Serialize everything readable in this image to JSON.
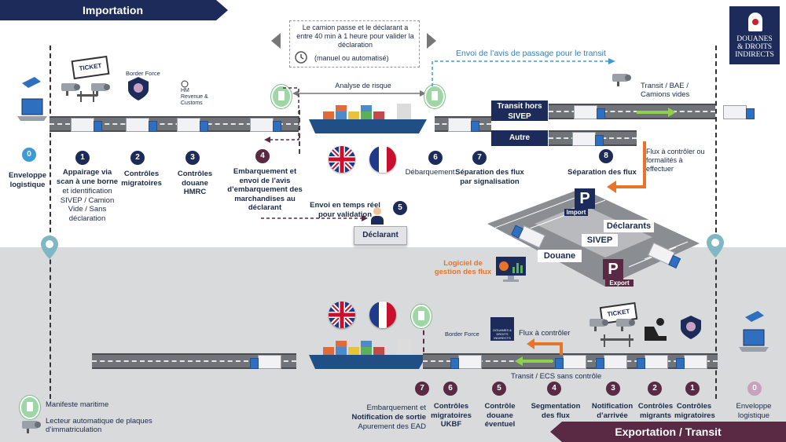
{
  "banners": {
    "import": "Importation",
    "export": "Exportation / Transit"
  },
  "logo": {
    "line1": "DOUANES",
    "line2": "& DROITS",
    "line3": "INDIRECTS"
  },
  "note_box": {
    "text": "Le camion passe et le déclarant a entre 40 min à 1 heure pour valider la déclaration",
    "sub": "(manuel ou automatisé)"
  },
  "analyse": "Analyse de risque",
  "avis_passage": "Envoi de l’avis de passage pour le transit",
  "transit_bae": "Transit / BAE / Camions vides",
  "tags": {
    "transit_hors": "Transit hors SIVEP",
    "autre": "Autre"
  },
  "flux_controler_top": "Flux à contrôler ou formalités à effectuer",
  "import_steps": [
    {
      "num": "0",
      "label": "Enveloppe logistique",
      "sub": ""
    },
    {
      "num": "1",
      "label": "Appairage via scan à une borne",
      "sub": "et identification SIVEP / Camion Vide / Sans déclaration"
    },
    {
      "num": "2",
      "label": "Contrôles migratoires",
      "sub": ""
    },
    {
      "num": "3",
      "label": "Contrôles douane HMRC",
      "sub": ""
    },
    {
      "num": "4",
      "label": "Embarquement et envoi de l’avis d’embarquement des marchandises au déclarant",
      "sub": ""
    },
    {
      "num": "5",
      "label": "Envoi en temps réel pour validation",
      "sub": ""
    },
    {
      "num": "6",
      "label": "Débarquement",
      "sub": ""
    },
    {
      "num": "7",
      "label": "Séparation des flux par signalisation",
      "sub": ""
    },
    {
      "num": "8",
      "label": "Séparation des flux",
      "sub": ""
    }
  ],
  "declarant": "Déclarant",
  "icons_text": {
    "ticket": "TICKET",
    "border_force": "Border Force",
    "hmrc": "HM Revenue & Customs",
    "douanes_small": "DOUANES & DROITS INDIRECTS"
  },
  "parking": {
    "import": "Import",
    "export": "Export",
    "declarants": "Déclarants",
    "sivep": "SIVEP",
    "douane": "Douane",
    "p": "P"
  },
  "logiciel": "Logiciel de gestion des flux",
  "flux_controler_bottom": "Flux à contrôler",
  "transit_ecs": "Transit / ECS sans contrôle",
  "export_steps": [
    {
      "num": "7",
      "label": "Embarquement et",
      "bold": "Notification de sortie",
      "sub": "Apurement des EAD"
    },
    {
      "num": "6",
      "label": "Contrôles migratoires UKBF"
    },
    {
      "num": "5",
      "label": "Contrôle douane éventuel"
    },
    {
      "num": "4",
      "label": "Segmentation des flux"
    },
    {
      "num": "3",
      "label": "Notification d’arrivée"
    },
    {
      "num": "2",
      "label": "Contrôles migrants"
    },
    {
      "num": "1",
      "label": "Contrôles migratoires"
    },
    {
      "num": "0",
      "label": "Enveloppe logistique"
    }
  ],
  "legend": {
    "manifeste": "Manifeste maritime",
    "lecteur": "Lecteur automatique de plaques d’immatriculation"
  },
  "colors": {
    "navy": "#1c2b5a",
    "wine": "#5a2a45",
    "blue": "#3e9ad6",
    "orange": "#e8742a",
    "green": "#8fd14f"
  }
}
